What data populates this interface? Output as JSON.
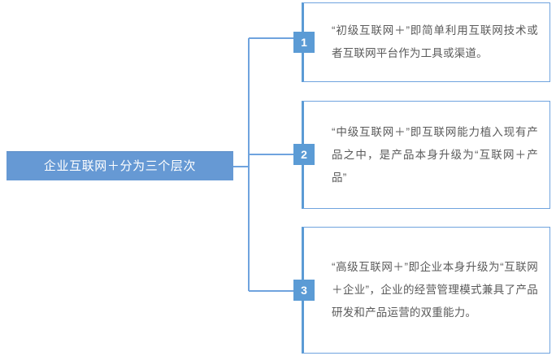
{
  "diagram": {
    "type": "horizontal-branch-tree",
    "colors": {
      "root_fill": "#6699d4",
      "root_text": "#ffffff",
      "badge_fill": "#5b9bd5",
      "badge_text": "#ffffff",
      "box_border": "#6fa3de",
      "box_accent_border": "#5b9bd5",
      "box_fill": "#ffffff",
      "body_text": "#5a5a5a",
      "connector_line": "#6fa3de",
      "page_background": "#ffffff"
    },
    "root": {
      "label": "企业互联网＋分为三个层次"
    },
    "branches": [
      {
        "number": "1",
        "text": "“初级互联网＋”即简单利用互联网技术或者互联网平台作为工具或渠道。"
      },
      {
        "number": "2",
        "text": "“中级互联网＋”即互联网能力植入现有产品之中，是产品本身升级为“互联网＋产品”"
      },
      {
        "number": "3",
        "text": "“高级互联网＋”即企业本身升级为“互联网＋企业”，企业的经营管理模式兼具了产品研发和产品运营的双重能力。"
      }
    ]
  }
}
